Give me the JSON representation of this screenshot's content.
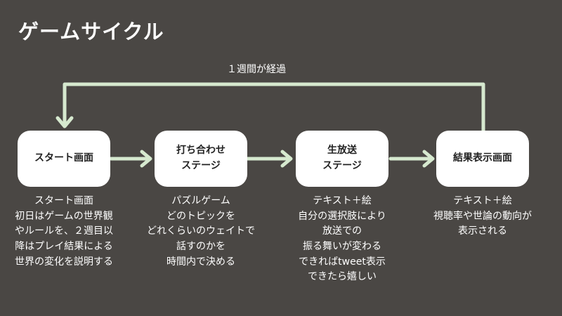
{
  "title": "ゲームサイクル",
  "loop_label": "１週間が経過",
  "colors": {
    "background": "#4a4744",
    "arrow": "#d6e9cf",
    "box": "#ffffff"
  },
  "stages": [
    {
      "label": "スタート画面",
      "desc": [
        "スタート画面",
        "初日はゲームの世界観",
        "やルールを、２週目以",
        "降はプレイ結果による",
        "世界の変化を説明する"
      ]
    },
    {
      "label": "打ち合わせ\nステージ",
      "desc": [
        "パズルゲーム",
        "どのトピックを",
        "どれくらいのウェイトで",
        "話すのかを",
        "時間内で決める"
      ]
    },
    {
      "label": "生放送\nステージ",
      "desc": [
        "テキスト＋絵",
        "自分の選択肢により",
        "放送での",
        "振る舞いが変わる",
        "できればtweet表示",
        "できたら嬉しい"
      ]
    },
    {
      "label": "結果表示画面",
      "desc": [
        "テキスト＋絵",
        "視聴率や世論の動向が",
        "表示される"
      ]
    }
  ]
}
